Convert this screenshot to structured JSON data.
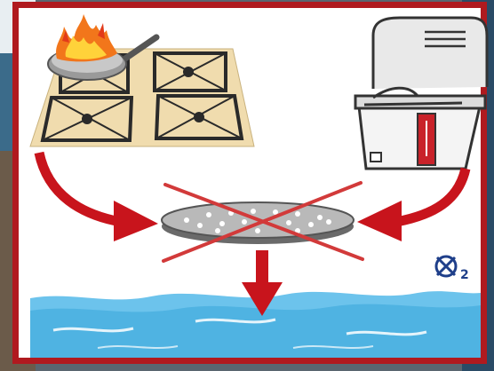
{
  "diagram": {
    "o2_sign": {
      "subscript": "2",
      "icon": "no-oxygen-icon"
    },
    "colors": {
      "frame": "#b01a1f",
      "arrow": "#c8141c",
      "cross": "#d23a3a",
      "water": "#4fb7e6",
      "stove_top": "#f0dcae",
      "flame": "#f2761b"
    },
    "elements": [
      "burning-pan-on-stove",
      "deep-fryer",
      "lid-with-holes-crossed-out",
      "water-surface"
    ]
  }
}
